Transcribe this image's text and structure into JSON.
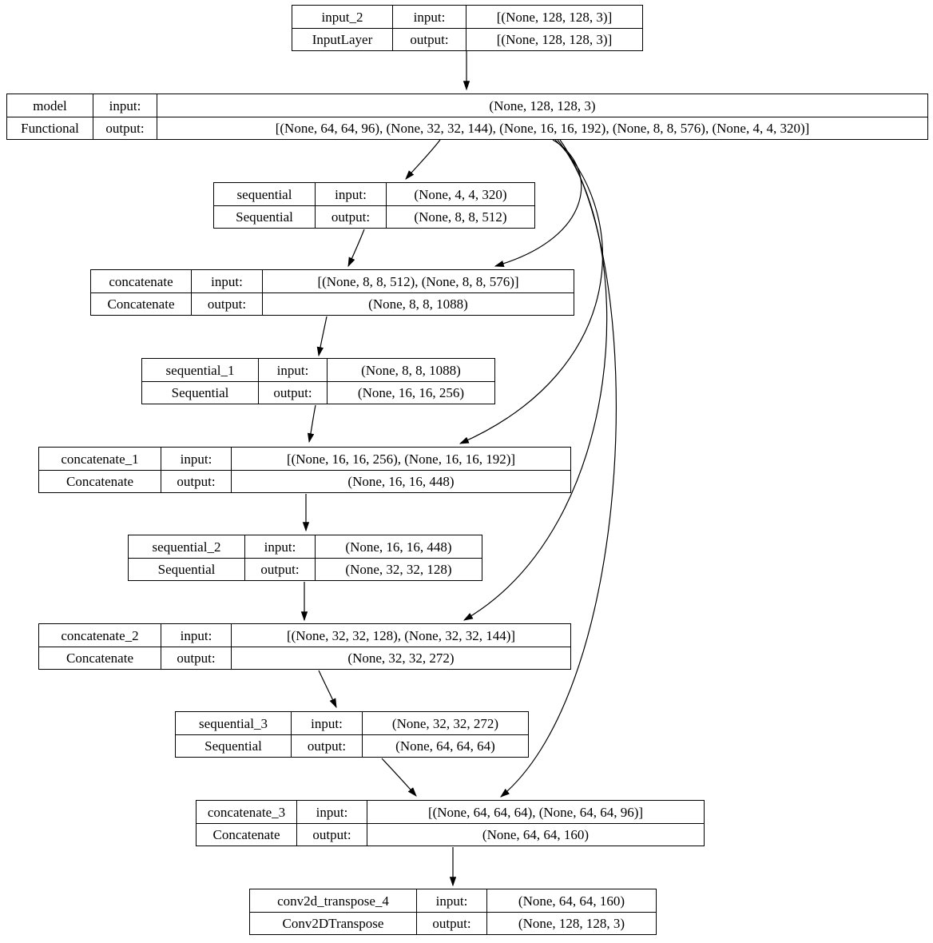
{
  "labels": {
    "input": "input:",
    "output": "output:"
  },
  "colors": {
    "background": "#ffffff",
    "node_border": "#000000",
    "edge": "#000000",
    "text": "#000000"
  },
  "nodes": [
    {
      "name": "input_2",
      "type": "InputLayer",
      "input": "[(None, 128, 128, 3)]",
      "output": "[(None, 128, 128, 3)]"
    },
    {
      "name": "model",
      "type": "Functional",
      "input": "(None, 128, 128, 3)",
      "output": "[(None, 64, 64, 96), (None, 32, 32, 144), (None, 16, 16, 192), (None, 8, 8, 576), (None, 4, 4, 320)]"
    },
    {
      "name": "sequential",
      "type": "Sequential",
      "input": "(None, 4, 4, 320)",
      "output": "(None, 8, 8, 512)"
    },
    {
      "name": "concatenate",
      "type": "Concatenate",
      "input": "[(None, 8, 8, 512), (None, 8, 8, 576)]",
      "output": "(None, 8, 8, 1088)"
    },
    {
      "name": "sequential_1",
      "type": "Sequential",
      "input": "(None, 8, 8, 1088)",
      "output": "(None, 16, 16, 256)"
    },
    {
      "name": "concatenate_1",
      "type": "Concatenate",
      "input": "[(None, 16, 16, 256), (None, 16, 16, 192)]",
      "output": "(None, 16, 16, 448)"
    },
    {
      "name": "sequential_2",
      "type": "Sequential",
      "input": "(None, 16, 16, 448)",
      "output": "(None, 32, 32, 128)"
    },
    {
      "name": "concatenate_2",
      "type": "Concatenate",
      "input": "[(None, 32, 32, 128), (None, 32, 32, 144)]",
      "output": "(None, 32, 32, 272)"
    },
    {
      "name": "sequential_3",
      "type": "Sequential",
      "input": "(None, 32, 32, 272)",
      "output": "(None, 64, 64, 64)"
    },
    {
      "name": "concatenate_3",
      "type": "Concatenate",
      "input": "[(None, 64, 64, 64), (None, 64, 64, 96)]",
      "output": "(None, 64, 64, 160)"
    },
    {
      "name": "conv2d_transpose_4",
      "type": "Conv2DTranspose",
      "input": "(None, 64, 64, 160)",
      "output": "(None, 128, 128, 3)"
    }
  ],
  "edges": [
    {
      "from": "input_2",
      "to": "model"
    },
    {
      "from": "model",
      "to": "sequential"
    },
    {
      "from": "model",
      "to": "concatenate"
    },
    {
      "from": "model",
      "to": "concatenate_1"
    },
    {
      "from": "model",
      "to": "concatenate_2"
    },
    {
      "from": "model",
      "to": "concatenate_3"
    },
    {
      "from": "sequential",
      "to": "concatenate"
    },
    {
      "from": "concatenate",
      "to": "sequential_1"
    },
    {
      "from": "sequential_1",
      "to": "concatenate_1"
    },
    {
      "from": "concatenate_1",
      "to": "sequential_2"
    },
    {
      "from": "sequential_2",
      "to": "concatenate_2"
    },
    {
      "from": "concatenate_2",
      "to": "sequential_3"
    },
    {
      "from": "sequential_3",
      "to": "concatenate_3"
    },
    {
      "from": "concatenate_3",
      "to": "conv2d_transpose_4"
    }
  ]
}
